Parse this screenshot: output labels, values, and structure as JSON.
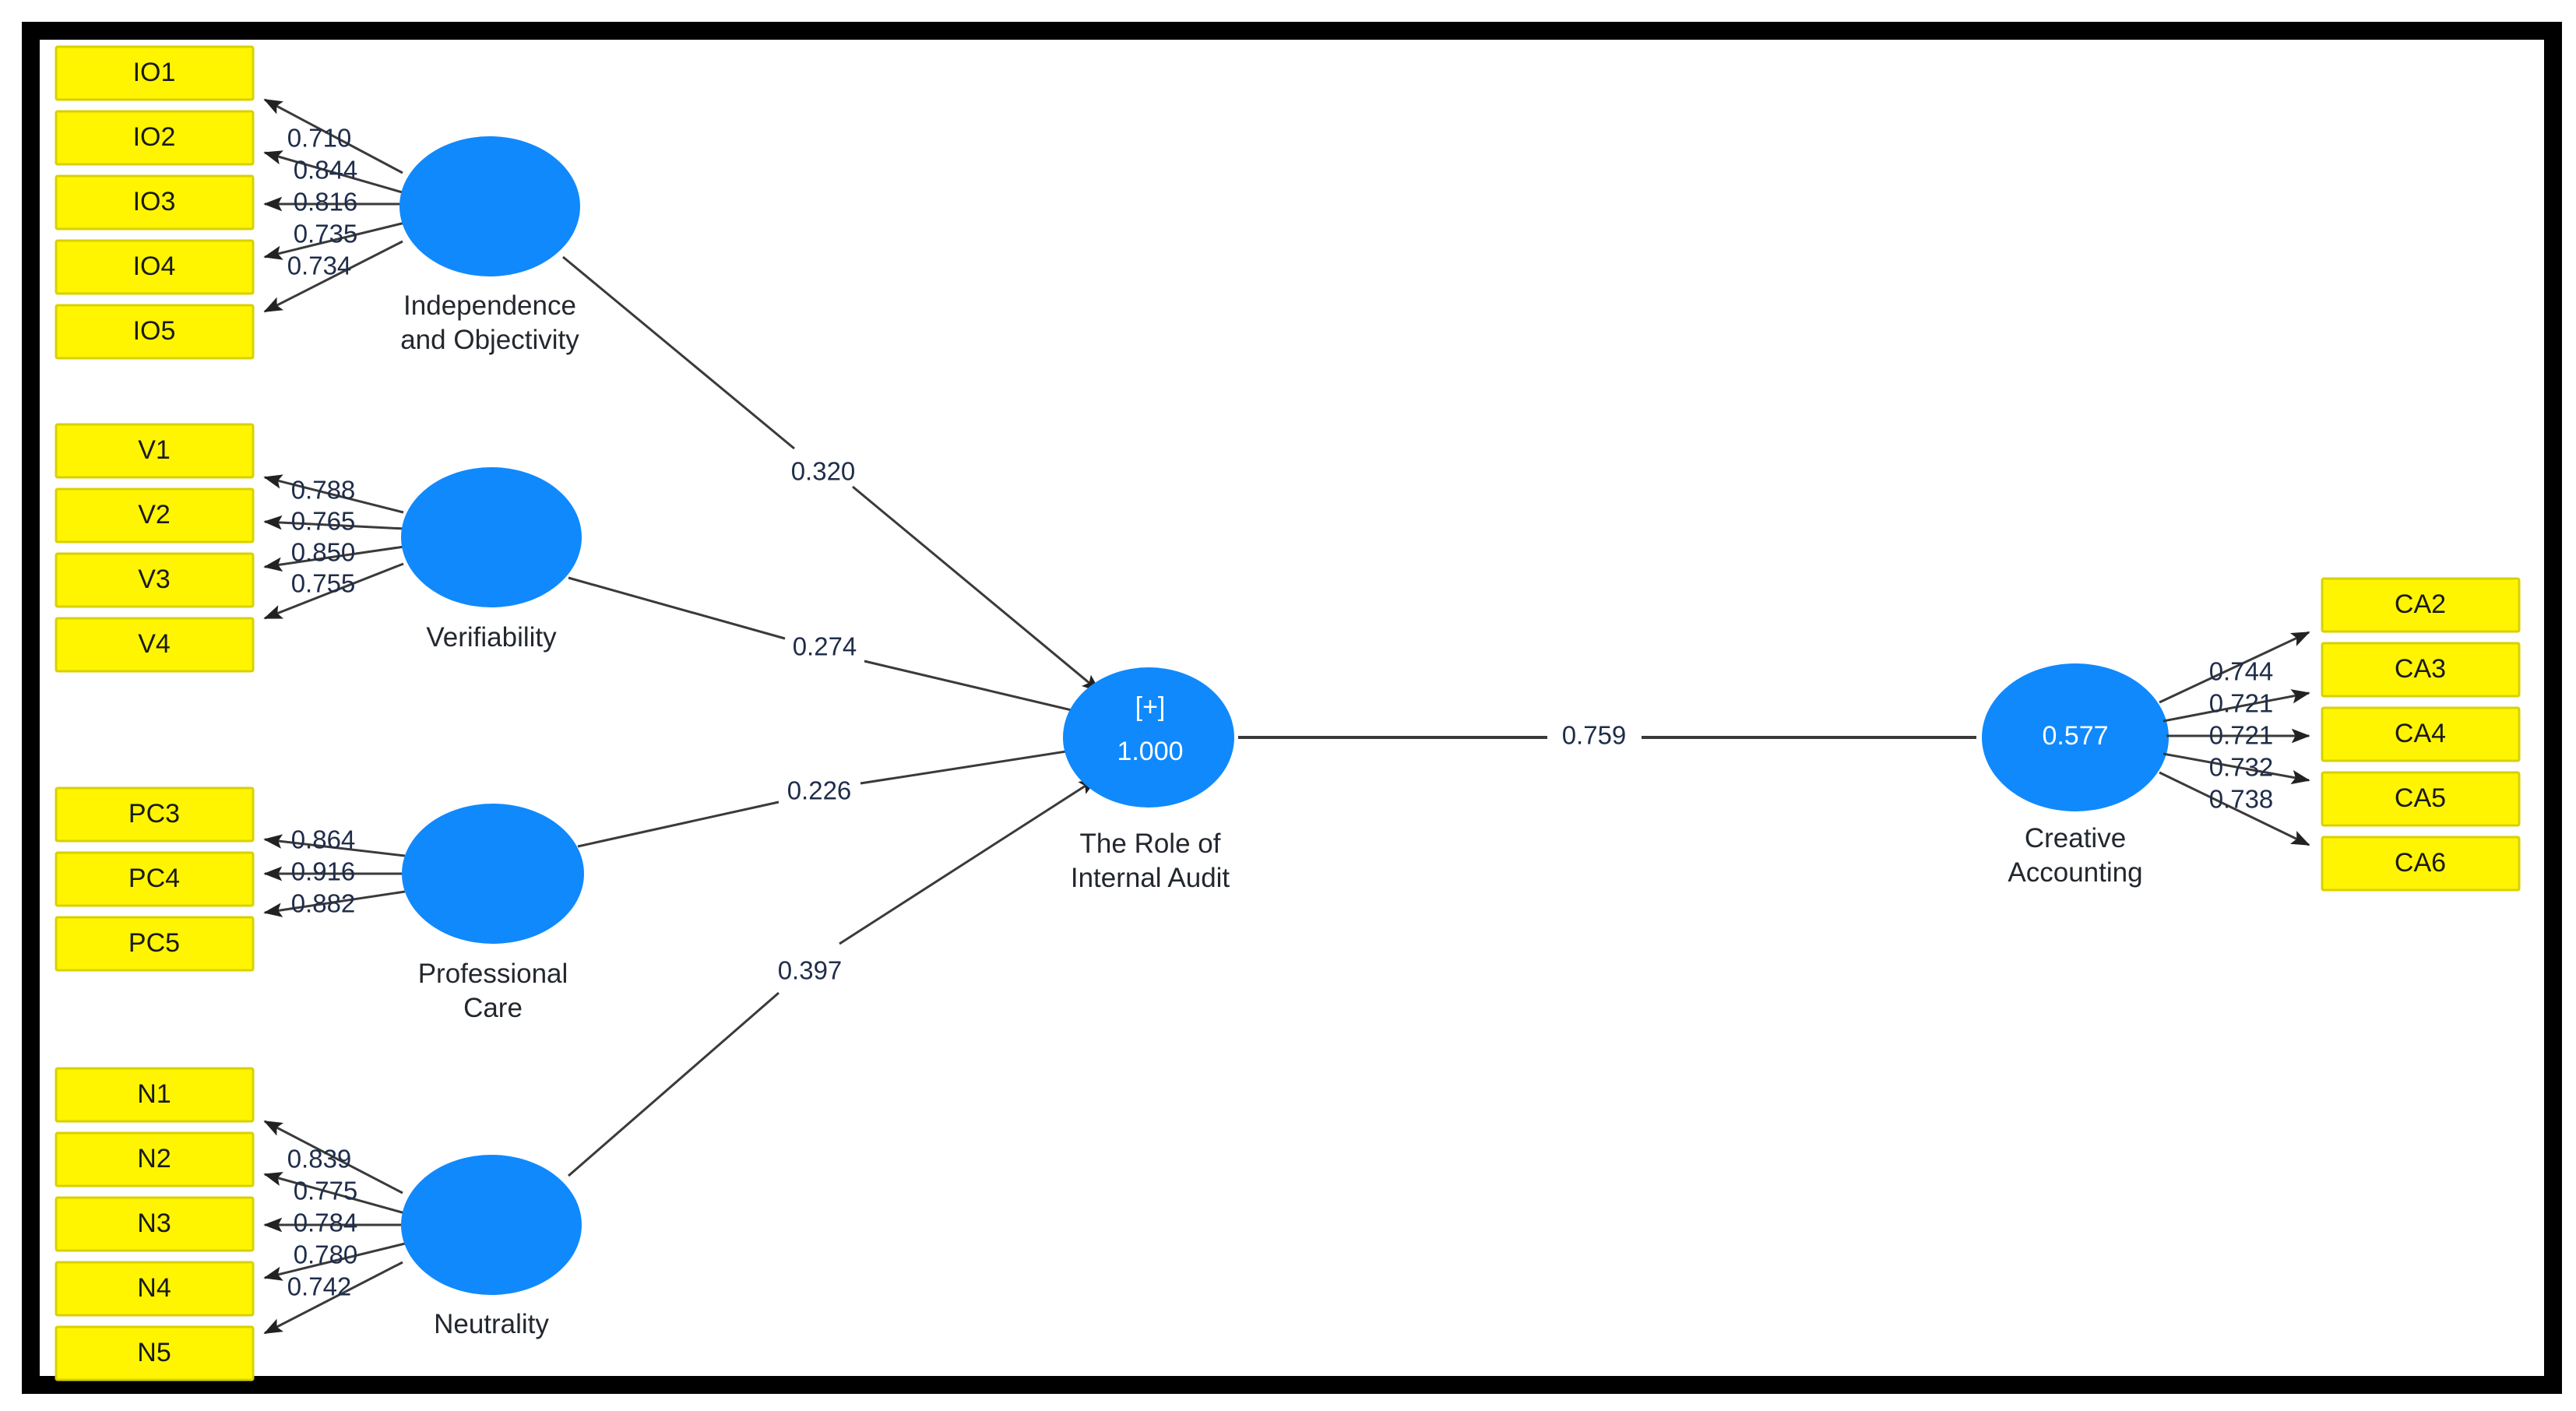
{
  "chart_data": {
    "type": "diagram",
    "title": "PLS-SEM structural model: The Role of Internal Audit and Creative Accounting",
    "diagram_kind": "structural-equation-model-path-diagram",
    "colors": {
      "indicator_fill": "#FFF500",
      "indicator_stroke": "#D8D100",
      "construct_fill": "#1089FD",
      "edge": "#3A3A3A",
      "frame": "#000000",
      "label_text": "#23272E",
      "coefficient_text": "#1F2D4A"
    },
    "constructs": [
      {
        "id": "io",
        "name": "Independence\nand Objectivity",
        "name_line1": "Independence",
        "name_line2": "and Objectivity",
        "inner_value": "",
        "indicators": [
          "IO1",
          "IO2",
          "IO3",
          "IO4",
          "IO5"
        ],
        "loadings": [
          0.71,
          0.844,
          0.816,
          0.735,
          0.734
        ],
        "loadings_text": [
          "0.710",
          "0.844",
          "0.816",
          "0.735",
          "0.734"
        ]
      },
      {
        "id": "v",
        "name": "Verifiability",
        "name_line1": "Verifiability",
        "name_line2": "",
        "inner_value": "",
        "indicators": [
          "V1",
          "V2",
          "V3",
          "V4"
        ],
        "loadings": [
          0.788,
          0.765,
          0.85,
          0.755
        ],
        "loadings_text": [
          "0.788",
          "0.765",
          "0.850",
          "0.755"
        ]
      },
      {
        "id": "pc",
        "name": "Professional\nCare",
        "name_line1": "Professional",
        "name_line2": "Care",
        "inner_value": "",
        "indicators": [
          "PC3",
          "PC4",
          "PC5"
        ],
        "loadings": [
          0.864,
          0.916,
          0.882
        ],
        "loadings_text": [
          "0.864",
          "0.916",
          "0.882"
        ]
      },
      {
        "id": "n",
        "name": "Neutrality",
        "name_line1": "Neutrality",
        "name_line2": "",
        "inner_value": "",
        "indicators": [
          "N1",
          "N2",
          "N3",
          "N4",
          "N5"
        ],
        "loadings": [
          0.839,
          0.775,
          0.784,
          0.78,
          0.742
        ],
        "loadings_text": [
          "0.839",
          "0.775",
          "0.784",
          "0.780",
          "0.742"
        ]
      },
      {
        "id": "ria",
        "name": "The Role of\nInternal Audit",
        "name_line1": "The Role of",
        "name_line2": "Internal Audit",
        "inner_value_top": "[+]",
        "inner_value": "1.000",
        "indicators": [],
        "loadings": [],
        "loadings_text": []
      },
      {
        "id": "ca",
        "name": "Creative\nAccounting",
        "name_line1": "Creative",
        "name_line2": "Accounting",
        "inner_value": "0.577",
        "indicators": [
          "CA2",
          "CA3",
          "CA4",
          "CA5",
          "CA6"
        ],
        "loadings": [
          0.744,
          0.721,
          0.721,
          0.732,
          0.738
        ],
        "loadings_text": [
          "0.744",
          "0.721",
          "0.721",
          "0.732",
          "0.738"
        ]
      }
    ],
    "structural_paths": [
      {
        "from": "io",
        "to": "ria",
        "value": 0.32,
        "text": "0.320"
      },
      {
        "from": "v",
        "to": "ria",
        "value": 0.274,
        "text": "0.274"
      },
      {
        "from": "pc",
        "to": "ria",
        "value": 0.226,
        "text": "0.226"
      },
      {
        "from": "n",
        "to": "ria",
        "value": 0.397,
        "text": "0.397"
      },
      {
        "from": "ria",
        "to": "ca",
        "value": 0.759,
        "text": "0.759"
      }
    ],
    "r_squared": [
      {
        "construct": "ria",
        "value": 1.0,
        "text": "1.000"
      },
      {
        "construct": "ca",
        "value": 0.577,
        "text": "0.577"
      }
    ],
    "annotations": [
      {
        "id": "plus-marker",
        "text": "[+]",
        "on": "ria"
      }
    ]
  },
  "indicators": {
    "io": [
      {
        "label": "IO1",
        "loading": "0.710"
      },
      {
        "label": "IO2",
        "loading": "0.844"
      },
      {
        "label": "IO3",
        "loading": "0.816"
      },
      {
        "label": "IO4",
        "loading": "0.735"
      },
      {
        "label": "IO5",
        "loading": "0.734"
      }
    ],
    "v": [
      {
        "label": "V1",
        "loading": "0.788"
      },
      {
        "label": "V2",
        "loading": "0.765"
      },
      {
        "label": "V3",
        "loading": "0.850"
      },
      {
        "label": "V4",
        "loading": "0.755"
      }
    ],
    "pc": [
      {
        "label": "PC3",
        "loading": "0.864"
      },
      {
        "label": "PC4",
        "loading": "0.916"
      },
      {
        "label": "PC5",
        "loading": "0.882"
      }
    ],
    "n": [
      {
        "label": "N1",
        "loading": "0.839"
      },
      {
        "label": "N2",
        "loading": "0.775"
      },
      {
        "label": "N3",
        "loading": "0.784"
      },
      {
        "label": "N4",
        "loading": "0.780"
      },
      {
        "label": "N5",
        "loading": "0.742"
      }
    ],
    "ca": [
      {
        "label": "CA2",
        "loading": "0.744"
      },
      {
        "label": "CA3",
        "loading": "0.721"
      },
      {
        "label": "CA4",
        "loading": "0.721"
      },
      {
        "label": "CA5",
        "loading": "0.732"
      },
      {
        "label": "CA6",
        "loading": "0.738"
      }
    ]
  },
  "labels": {
    "io_line1": "Independence",
    "io_line2": "and Objectivity",
    "v_line1": "Verifiability",
    "pc_line1": "Professional",
    "pc_line2": "Care",
    "n_line1": "Neutrality",
    "ria_line1": "The Role of",
    "ria_line2": "Internal Audit",
    "ria_plus": "[+]",
    "ria_value": "1.000",
    "ca_line1": "Creative",
    "ca_line2": "Accounting",
    "ca_value": "0.577"
  },
  "paths": {
    "io_to_ria": "0.320",
    "v_to_ria": "0.274",
    "pc_to_ria": "0.226",
    "n_to_ria": "0.397",
    "ria_to_ca": "0.759"
  }
}
